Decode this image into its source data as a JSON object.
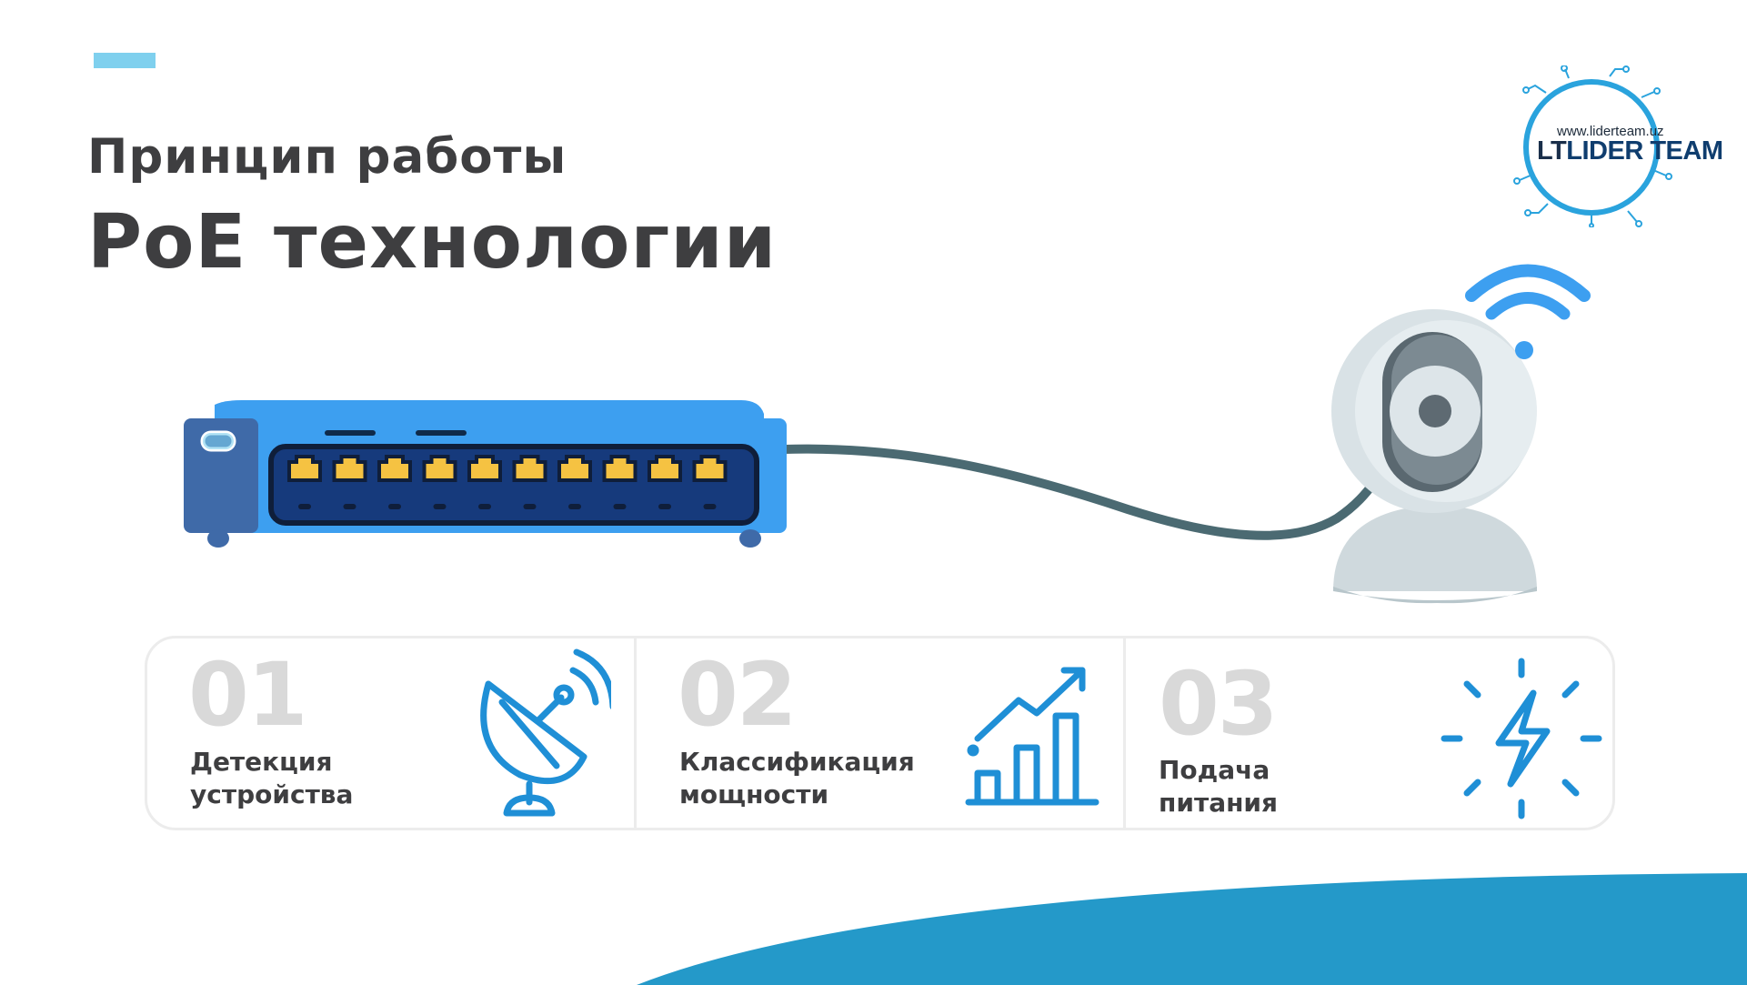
{
  "title": {
    "line1": "Принцип работы",
    "line2": "PoE технологии"
  },
  "logo": {
    "url": "www.liderteam.uz",
    "mark": "LT",
    "name": "LIDER TEAM"
  },
  "illustration": {
    "switch_port_count": 10,
    "icons": [
      "network-switch",
      "ethernet-cable",
      "ip-camera",
      "wifi-icon"
    ]
  },
  "steps": [
    {
      "number": "01",
      "label_line1": "Детекция",
      "label_line2": "устройства",
      "icon": "satellite-dish-icon"
    },
    {
      "number": "02",
      "label_line1": "Классификация",
      "label_line2": "мощности",
      "icon": "growth-chart-icon"
    },
    {
      "number": "03",
      "label_line1": "Подача",
      "label_line2": "питания",
      "icon": "lightning-icon"
    }
  ],
  "colors": {
    "title": "#3e3e40",
    "accent_bar": "#7fd0ee",
    "icon_blue": "#1f8fd6",
    "switch_blue": "#3d9ff0",
    "port_yellow": "#f5c242",
    "wave": "#2499c9",
    "step_number": "#d9d9d9"
  }
}
